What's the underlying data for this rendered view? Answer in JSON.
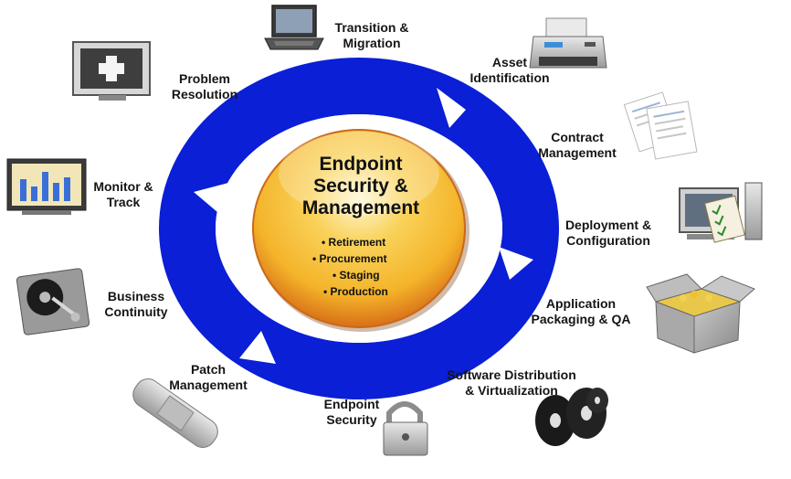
{
  "center": {
    "title_lines": [
      "Endpoint",
      "Security &",
      "Management"
    ],
    "phases": [
      "Retirement",
      "Procurement",
      "Staging",
      "Production"
    ]
  },
  "items": [
    {
      "lines": [
        "Transition &",
        "Migration"
      ],
      "icon": "laptop-icon"
    },
    {
      "lines": [
        "Asset",
        "Identification"
      ],
      "icon": "printer-icon"
    },
    {
      "lines": [
        "Contract",
        "Management"
      ],
      "icon": "documents-icon"
    },
    {
      "lines": [
        "Deployment &",
        "Configuration"
      ],
      "icon": "workstation-checklist-icon"
    },
    {
      "lines": [
        "Application",
        "Packaging & QA"
      ],
      "icon": "open-box-icon"
    },
    {
      "lines": [
        "Software Distribution",
        "& Virtualization"
      ],
      "icon": "discs-icon"
    },
    {
      "lines": [
        "Endpoint",
        "Security"
      ],
      "icon": "padlock-icon"
    },
    {
      "lines": [
        "Patch",
        "Management"
      ],
      "icon": "bandage-icon"
    },
    {
      "lines": [
        "Business",
        "Continuity"
      ],
      "icon": "hard-drive-icon"
    },
    {
      "lines": [
        "Monitor &",
        "Track"
      ],
      "icon": "monitor-chart-icon"
    },
    {
      "lines": [
        "Problem",
        "Resolution"
      ],
      "icon": "monitor-plus-icon"
    }
  ],
  "colors": {
    "ring": "#0a1fd6",
    "center_top": "#fff7c9",
    "center_mid": "#f6c13a",
    "center_edge": "#d9731a"
  }
}
